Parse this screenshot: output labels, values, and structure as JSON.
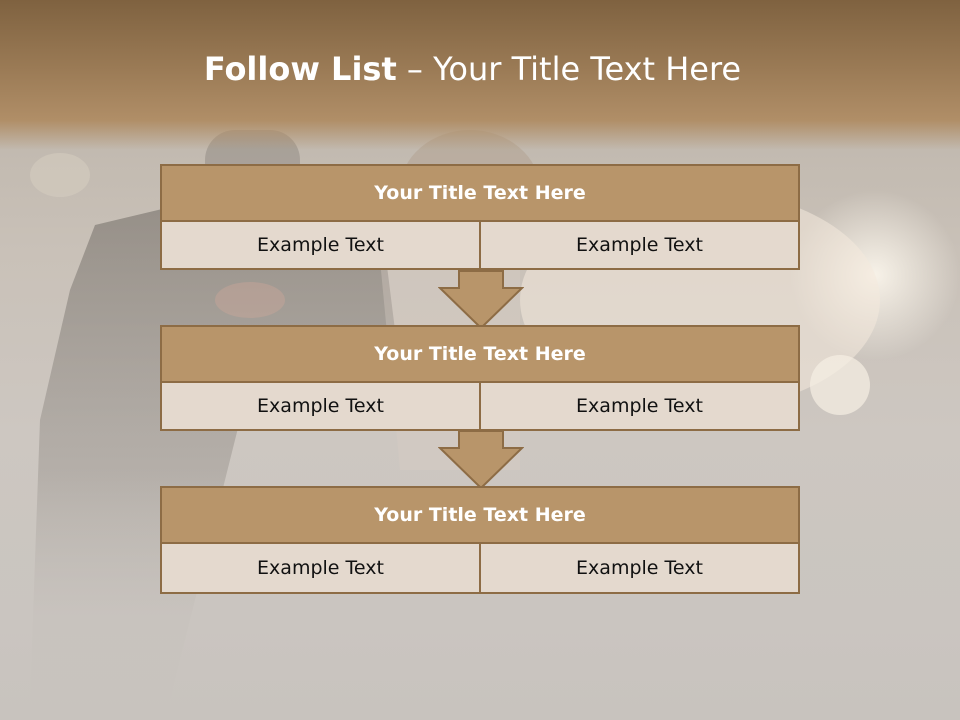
{
  "slide": {
    "title_bold": "Follow List",
    "title_rest": "– Your Title Text Here"
  },
  "blocks": [
    {
      "title": "Your Title Text Here",
      "left": "Example Text",
      "right": "Example Text"
    },
    {
      "title": "Your Title Text Here",
      "left": "Example Text",
      "right": "Example Text"
    },
    {
      "title": "Your Title Text Here",
      "left": "Example Text",
      "right": "Example Text"
    }
  ],
  "colors": {
    "header_fill": "#b8956a",
    "cell_fill": "#e4d9ce",
    "border": "#8d6c45",
    "arrow_fill": "#b8956a"
  }
}
